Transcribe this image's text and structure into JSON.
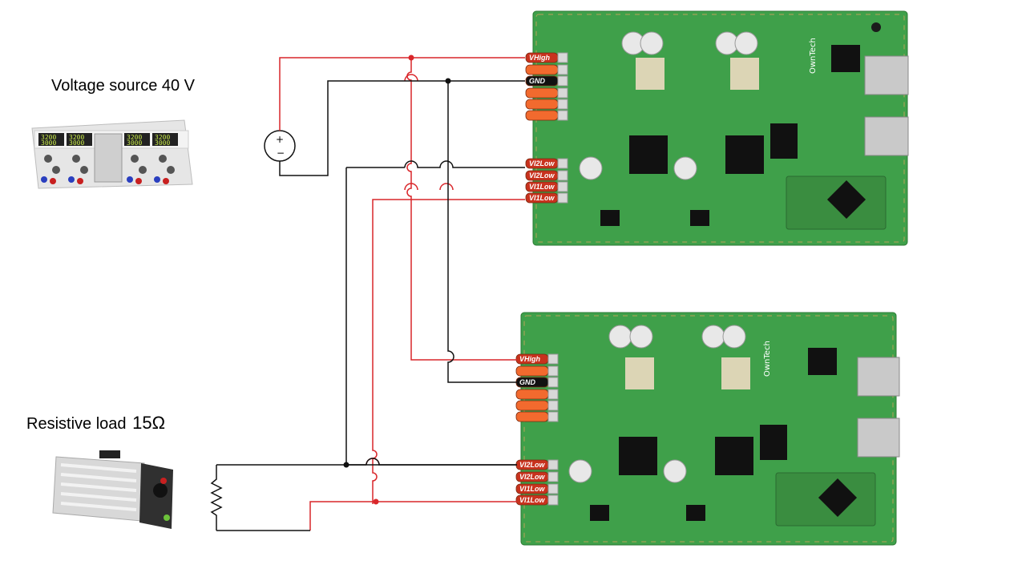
{
  "labels": {
    "voltage_source": "Voltage source 40 V",
    "resistive_load_text": "Resistive load",
    "resistive_load_value": "15",
    "resistive_load_unit": "Ω"
  },
  "boards": [
    {
      "brand": "OwnTech",
      "pins": [
        {
          "label": "VHigh"
        },
        {
          "label": ""
        },
        {
          "label": "GND"
        },
        {
          "label": ""
        },
        {
          "label": ""
        },
        {
          "label": ""
        },
        {
          "label": "VI2Low"
        },
        {
          "label": "VI2Low"
        },
        {
          "label": "VI1Low"
        },
        {
          "label": "VI1Low"
        }
      ]
    },
    {
      "brand": "OwnTech",
      "pins": [
        {
          "label": "VHigh"
        },
        {
          "label": ""
        },
        {
          "label": "GND"
        },
        {
          "label": ""
        },
        {
          "label": ""
        },
        {
          "label": ""
        },
        {
          "label": "VI2Low"
        },
        {
          "label": "VI2Low"
        },
        {
          "label": "VI1Low"
        },
        {
          "label": "VI1Low"
        }
      ]
    }
  ],
  "colors": {
    "wire_red": "#d9262a",
    "wire_black": "#111111",
    "pcb_green": "#3fa04a",
    "pcb_dark": "#2e7d35",
    "pin_orange": "#f26a2e",
    "pin_red": "#c8321e"
  },
  "symbols": [
    "dc-voltage-source-symbol",
    "resistor-symbol"
  ]
}
